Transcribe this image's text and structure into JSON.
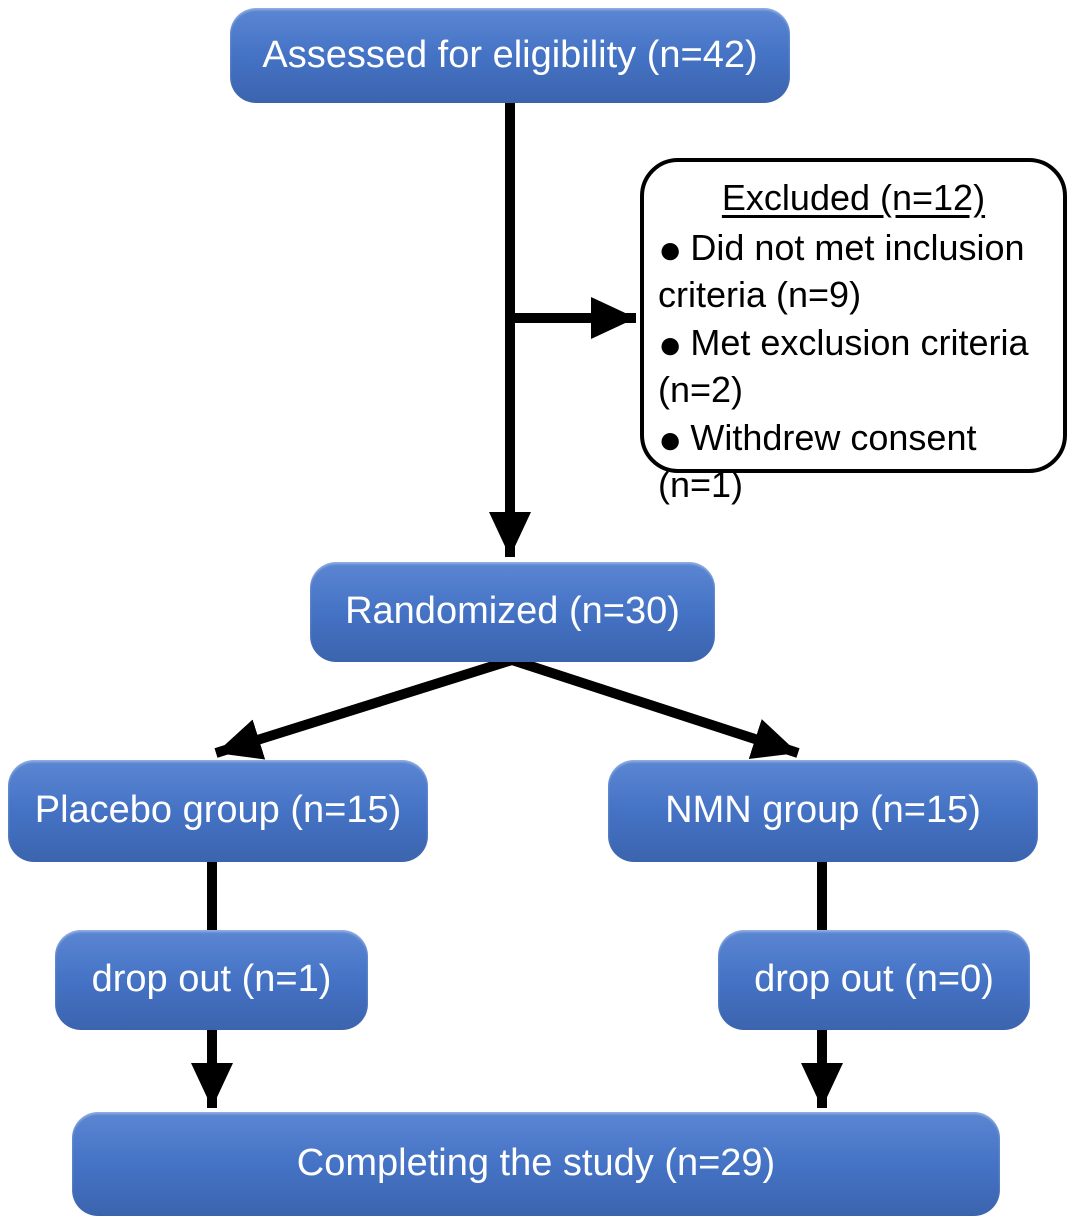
{
  "diagram": {
    "type": "flowchart",
    "nodes": {
      "assessed": "Assessed for eligibility (n=42)",
      "randomized": "Randomized (n=30)",
      "placebo": "Placebo group (n=15)",
      "nmn": "NMN group (n=15)",
      "dropout_left": "drop out (n=1)",
      "dropout_right": "drop out (n=0)",
      "completing": "Completing the study (n=29)"
    },
    "excluded": {
      "title": "Excluded (n=12)",
      "bullet": "●",
      "items": [
        "Did not met inclusion criteria (n=9)",
        "Met exclusion criteria (n=2)",
        "Withdrew consent (n=1)"
      ]
    },
    "colors": {
      "box_fill_top": "#5b86d3",
      "box_fill_mid": "#4472c4",
      "box_fill_bottom": "#3c64ae",
      "box_text": "#ffffff",
      "connector": "#000000",
      "excluded_bg": "#ffffff",
      "excluded_border": "#000000",
      "excluded_text": "#000000",
      "background": "#ffffff"
    }
  }
}
